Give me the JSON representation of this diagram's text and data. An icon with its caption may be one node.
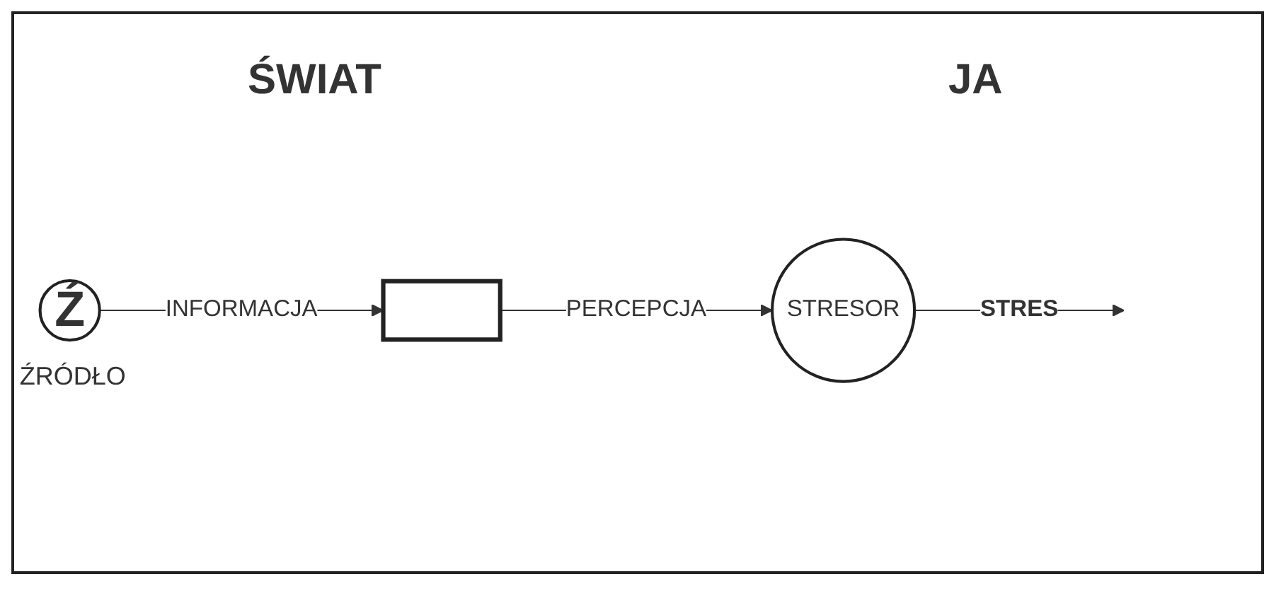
{
  "diagram": {
    "nodes": [
      {
        "text": [
          "Ź"
        ],
        "beside": [
          "ŹRÓDŁO"
        ]
      },
      {
        "text": [],
        "shape": "bar"
      },
      {
        "text": [
          "STRESOR"
        ]
      }
    ],
    "edges": [
      {
        "from": 0,
        "to": 1,
        "arrow": "to",
        "label": "INFORMACJA"
      },
      {
        "from": 1,
        "to": 2,
        "arrow": "to",
        "label": "PERCEPCJA"
      },
      {
        "from": 2,
        "to": null,
        "arrow": "to",
        "label": "STRES"
      }
    ],
    "labels": [
      "ŚWIAT",
      "JA"
    ]
  }
}
